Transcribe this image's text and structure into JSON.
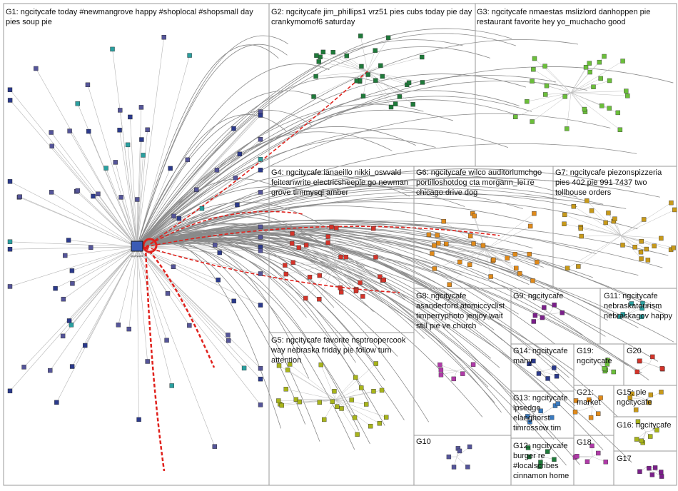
{
  "graph": {
    "type": "network-graph",
    "edge_color": "#999999",
    "highlight_edge_color": "#e0211c",
    "hub_label": "ngcitycafe",
    "groups": [
      {
        "id": "G1",
        "label": "G1: ngcitycafe today #newmangrove happy #shoplocal #shopsmall day pies soup pie"
      },
      {
        "id": "G2",
        "label": "G2: ngcitycafe jim_phillips1 vrz51 pies cubs today pie day crankymomof6 saturday"
      },
      {
        "id": "G3",
        "label": "G3: ngcitycafe nmaestas mslizlord danhoppen pie restaurant favorite hey yo_muchacho good"
      },
      {
        "id": "G4",
        "label": "G4: ngcitycafe ianaeillo nikki_osvvald feitcanwrite electricsheeple go newman grove timmysql amber"
      },
      {
        "id": "G5",
        "label": "G5: ngcitycafe favorite nsptroopercook way nebraska friday pie follow turn attention"
      },
      {
        "id": "G6",
        "label": "G6: ngcitycafe wilco auditoriumchgo portilloshotdog cta morgann_lei re chicago drive dog"
      },
      {
        "id": "G7",
        "label": "G7: ngcitycafe piezonspizzeria pies 402 pie 991 7437 two tollhouse orders"
      },
      {
        "id": "G8",
        "label": "G8: ngcitycafe asanderford atomiccyclist timperryphoto jenjoy wait still pie ve church"
      },
      {
        "id": "G9",
        "label": "G9: ngcitycafe"
      },
      {
        "id": "G10",
        "label": "G10"
      },
      {
        "id": "G11",
        "label": "G11: ngcitycafe nebraskatourism nebraskagov happy"
      },
      {
        "id": "G12",
        "label": "G12: ngcitycafe burger re #localscribes cinnamon home"
      },
      {
        "id": "G13",
        "label": "G13: ngcitycafe lpsedge elanghorst timrossow tim"
      },
      {
        "id": "G14",
        "label": "G14: ngcitycafe many"
      },
      {
        "id": "G15",
        "label": "G15: pie ngcitycafe"
      },
      {
        "id": "G16",
        "label": "G16: ngcitycafe"
      },
      {
        "id": "G17",
        "label": "G17"
      },
      {
        "id": "G18",
        "label": "G18"
      },
      {
        "id": "G19",
        "label": "G19: ngcitycafe"
      },
      {
        "id": "G20",
        "label": "G20"
      },
      {
        "id": "G21",
        "label": "G21: market"
      }
    ]
  }
}
